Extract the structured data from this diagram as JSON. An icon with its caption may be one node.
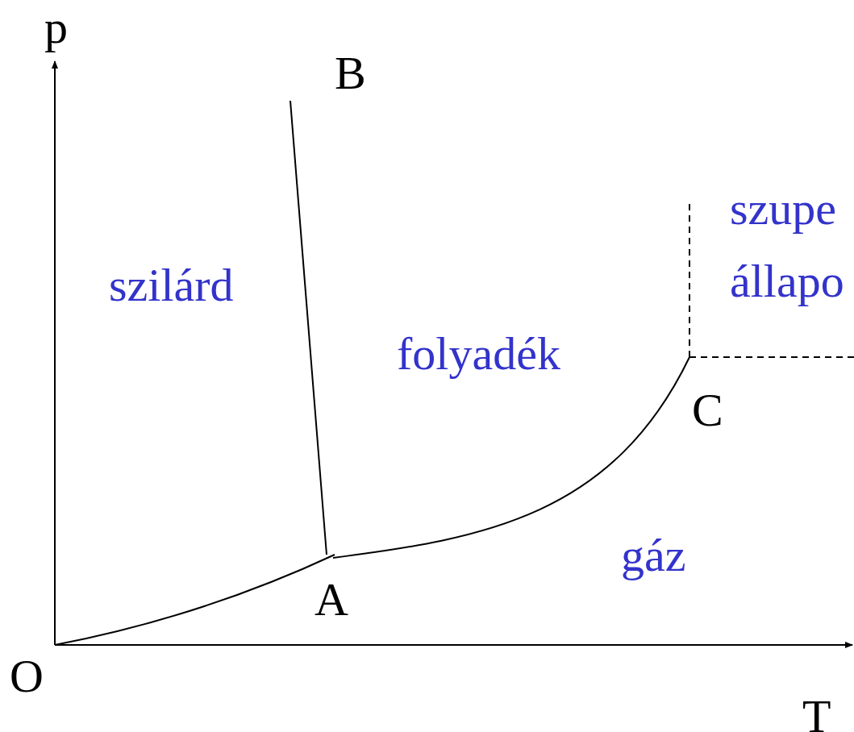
{
  "diagram": {
    "labels": [
      "p",
      "B",
      "szilárd",
      "szupe",
      "állapo",
      "folyadék",
      "C",
      "gáz",
      "A",
      "O",
      "T"
    ]
  }
}
